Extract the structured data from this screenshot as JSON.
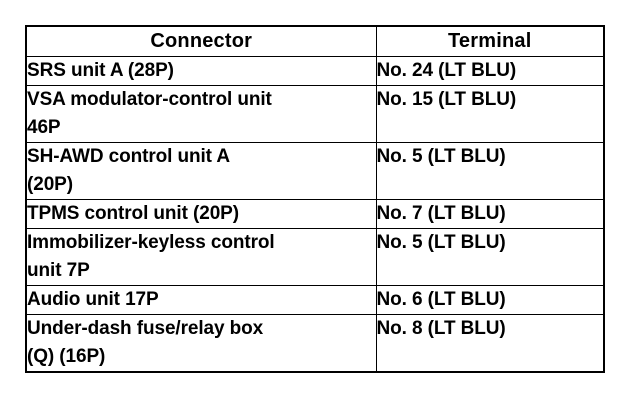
{
  "table": {
    "headers": {
      "connector": "Connector",
      "terminal": "Terminal"
    },
    "rows": [
      {
        "connector_lines": [
          "SRS unit A (28P)"
        ],
        "terminal": "No. 24 (LT BLU)"
      },
      {
        "connector_lines": [
          "VSA modulator-control unit",
          "46P"
        ],
        "terminal": "No. 15 (LT BLU)"
      },
      {
        "connector_lines": [
          "SH-AWD control unit A",
          "(20P)"
        ],
        "terminal": "No. 5 (LT BLU)"
      },
      {
        "connector_lines": [
          "TPMS control unit (20P)"
        ],
        "terminal": "No. 7 (LT BLU)"
      },
      {
        "connector_lines": [
          "Immobilizer-keyless control",
          "unit 7P"
        ],
        "terminal": "No. 5 (LT BLU)"
      },
      {
        "connector_lines": [
          "Audio unit 17P"
        ],
        "terminal": "No. 6 (LT BLU)"
      },
      {
        "connector_lines": [
          "Under-dash fuse/relay box",
          "(Q) (16P)"
        ],
        "terminal": "No. 8 (LT BLU)"
      }
    ]
  },
  "colors": {
    "background": "#ffffff",
    "text": "#000000",
    "border": "#000000"
  }
}
